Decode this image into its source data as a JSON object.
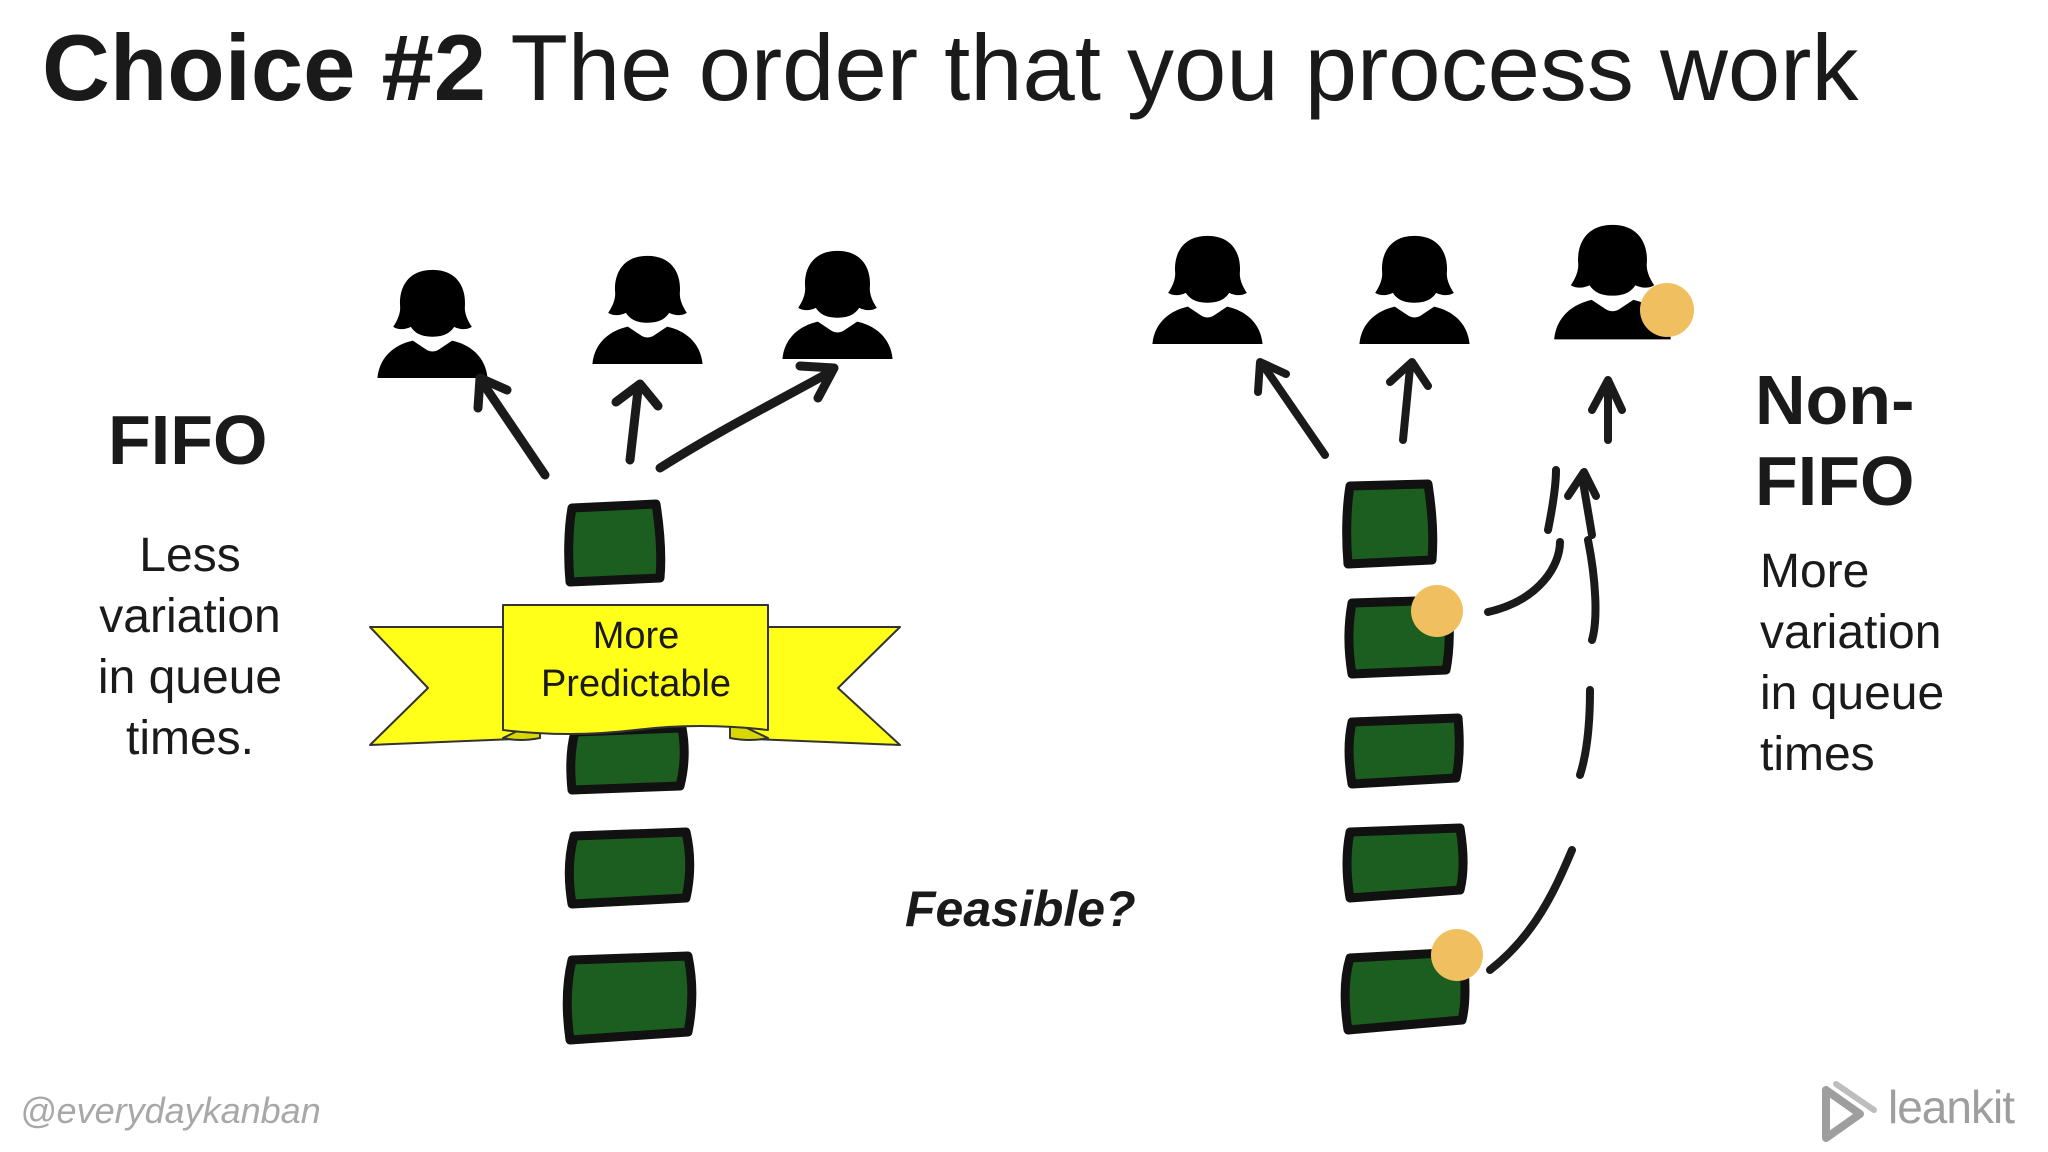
{
  "title": {
    "bold": "Choice #2",
    "rest": " The order that you process work"
  },
  "fifo": {
    "title": "FIFO",
    "description_lines": [
      "Less",
      "variation",
      "in queue",
      "times."
    ]
  },
  "non_fifo": {
    "title_lines": [
      "Non-",
      "FIFO"
    ],
    "description_lines": [
      "More",
      "variation",
      "in queue",
      "times"
    ]
  },
  "banner": {
    "lines": [
      "More",
      "Predictable"
    ]
  },
  "center_question": "Feasible?",
  "footer": {
    "handle": "@everydaykanban",
    "brand": "leankit"
  },
  "colors": {
    "work_item_fill": "#1b5e20",
    "priority_dot": "#f0c060",
    "banner_fill": "#ffff1a",
    "person": "#000000"
  }
}
